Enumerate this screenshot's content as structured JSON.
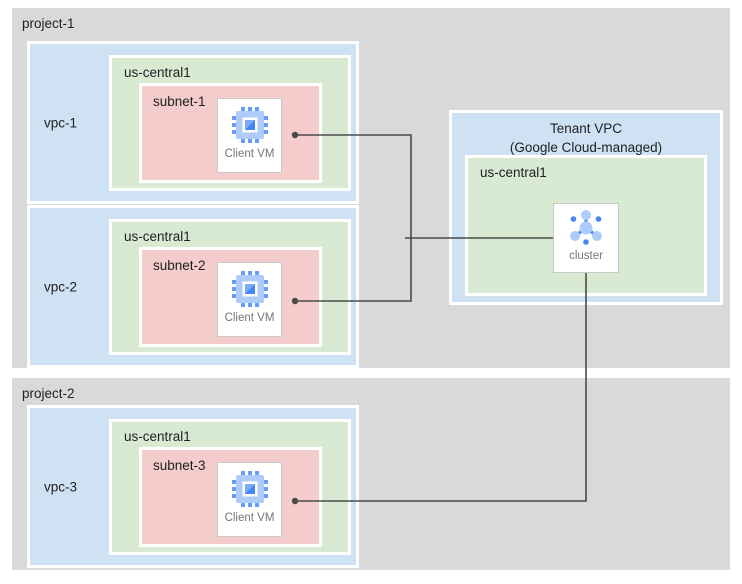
{
  "colors": {
    "page_bg": "#ffffff",
    "project_bg": "#d9d9d9",
    "vpc_bg": "#cfe2f3",
    "region_bg": "#d9ead3",
    "subnet_bg": "#f4cccc",
    "card_border": "#c9c9c9",
    "connector": "#4a4a4a",
    "label_dark": "#202124",
    "label_gray": "#757575",
    "icon_blue": "#4285f4",
    "icon_mid_blue": "#669df6",
    "icon_light_blue": "#aecbfa",
    "icon_pale_blue": "#7baaf7"
  },
  "projects": [
    {
      "label": "project-1",
      "vpcs": [
        {
          "label": "vpc-1",
          "region": "us-central1",
          "subnet": "subnet-1",
          "vm_label": "Client VM"
        },
        {
          "label": "vpc-2",
          "region": "us-central1",
          "subnet": "subnet-2",
          "vm_label": "Client VM"
        }
      ]
    },
    {
      "label": "project-2",
      "vpcs": [
        {
          "label": "vpc-3",
          "region": "us-central1",
          "subnet": "subnet-3",
          "vm_label": "Client VM"
        }
      ]
    }
  ],
  "tenant_vpc": {
    "title_line1": "Tenant VPC",
    "title_line2": "(Google Cloud-managed)",
    "region": "us-central1",
    "cluster_label": "cluster"
  },
  "icons": {
    "vm_icon": "compute-engine-chip-icon",
    "cluster_icon": "cluster-hub-icon"
  }
}
